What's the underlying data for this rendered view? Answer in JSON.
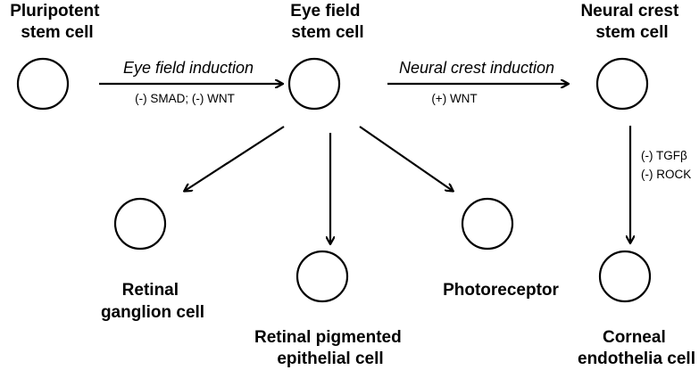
{
  "nodes": {
    "pluripotent": {
      "label_lines": [
        "Pluripotent",
        "stem cell"
      ]
    },
    "eye_field": {
      "label_lines": [
        "Eye field",
        "stem cell"
      ]
    },
    "neural_crest": {
      "label_lines": [
        "Neural crest",
        "stem cell"
      ]
    },
    "retinal_ganglion": {
      "label_lines": [
        "Retinal",
        "ganglion cell"
      ]
    },
    "rpe": {
      "label_lines": [
        "Retinal pigmented",
        "epithelial cell"
      ]
    },
    "photoreceptor": {
      "label_lines": [
        "Photoreceptor"
      ]
    },
    "corneal_endothelia": {
      "label_lines": [
        "Corneal",
        "endothelia cell"
      ]
    }
  },
  "edges": {
    "eye_field_induction": {
      "label": "Eye field induction",
      "conditions": [
        "(-) SMAD;  (-) WNT"
      ]
    },
    "neural_crest_induction": {
      "label": "Neural crest induction",
      "conditions": [
        "(+) WNT"
      ]
    },
    "to_corneal": {
      "conditions": [
        "(-) TGFβ",
        "(-) ROCK"
      ]
    }
  }
}
